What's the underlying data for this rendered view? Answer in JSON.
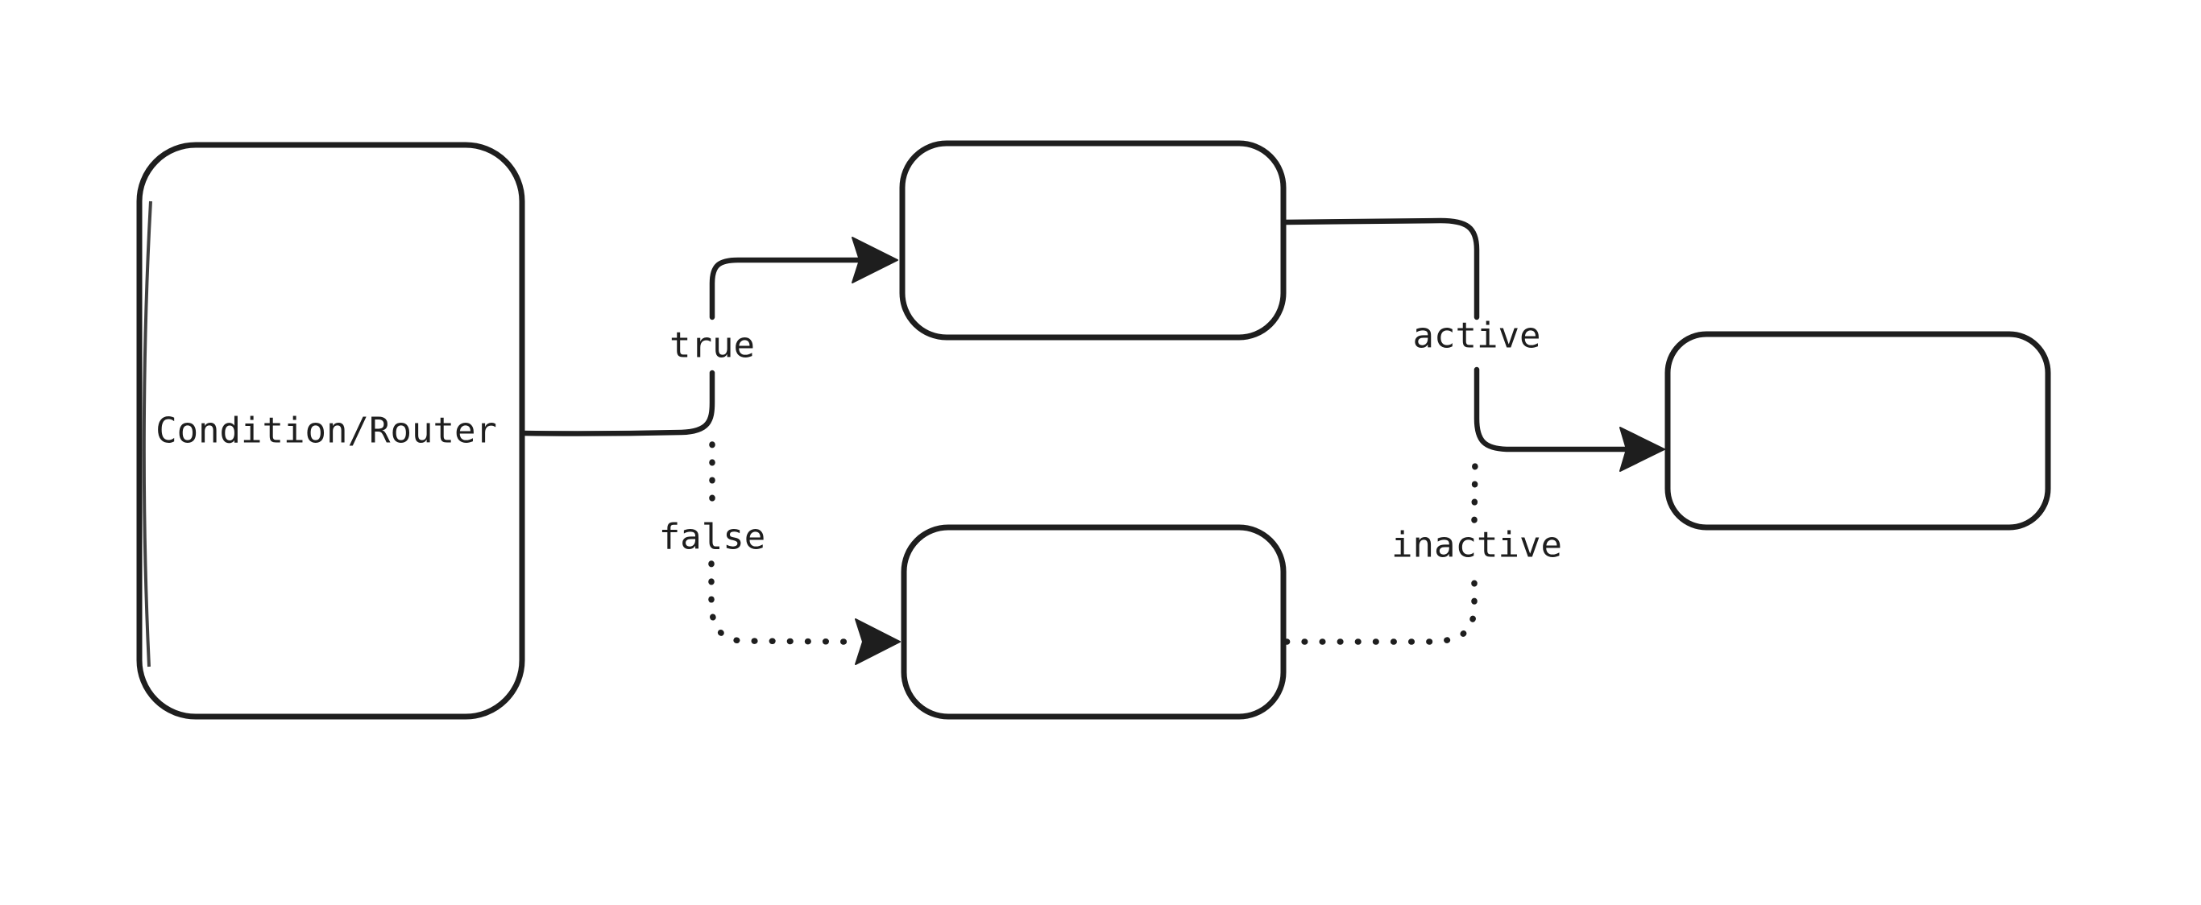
{
  "diagram": {
    "background_color": "#ffffff",
    "stroke_color": "#1e1e1e",
    "nodes": [
      {
        "id": "condition-router",
        "label": "Condition/Router"
      },
      {
        "id": "true-target",
        "label": ""
      },
      {
        "id": "false-target",
        "label": ""
      },
      {
        "id": "output",
        "label": ""
      }
    ],
    "edges": [
      {
        "from": "condition-router",
        "to": "true-target",
        "label": "true",
        "line_style": "solid"
      },
      {
        "from": "condition-router",
        "to": "false-target",
        "label": "false",
        "line_style": "dotted"
      },
      {
        "from": "true-target",
        "to": "output",
        "label": "active",
        "line_style": "solid"
      },
      {
        "from": "false-target",
        "to": "output",
        "label": "inactive",
        "line_style": "dotted"
      }
    ]
  }
}
